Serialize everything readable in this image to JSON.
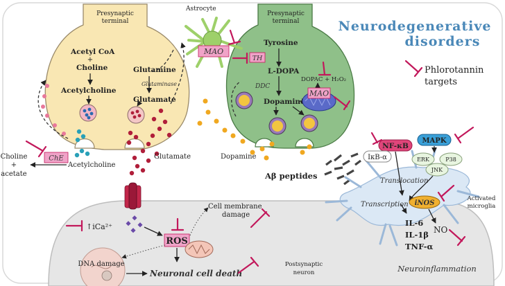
{
  "colors": {
    "inhibitor": "#c2185b",
    "title": "#4a88b8",
    "presynaptic_left": "#f9e7b3",
    "presynaptic_right": "#8fc089",
    "postsynaptic": "#e8e8e8",
    "label_box": "#f0a3c8"
  },
  "title": {
    "line1": "Neurodegenerative",
    "line2": "disorders"
  },
  "legend": {
    "label_line1": "Phlorotannin",
    "label_line2": "targets"
  },
  "left_terminal": {
    "header_line1": "Presynaptic",
    "header_line2": "terminal",
    "acetyl_coa": "Acetyl CoA",
    "plus": "+",
    "choline": "Choline",
    "acetylcholine": "Acetylcholine",
    "glutamine": "Glutamine",
    "glutaminase": "Glutaminase",
    "glutamate": "Glutamate"
  },
  "cleft": {
    "che": "ChE",
    "choline_out": "Choline",
    "plus": "+",
    "acetate": "acetate",
    "acetylcholine_out": "Acetylcholine",
    "glutamate_out": "Glutamate"
  },
  "astrocyte": {
    "label": "Astrocyte",
    "mao": "MAO"
  },
  "right_terminal": {
    "header_line1": "Presynaptic",
    "header_line2": "terminal",
    "th": "TH",
    "tyrosine": "Tyrosine",
    "l_dopa": "L-DOPA",
    "ddc": "DDC",
    "dopamine": "Dopamine",
    "dopac": "DOPAC + H₂O₂",
    "mao": "MAO",
    "dopamine_out": "Dopamine"
  },
  "abeta": "Aβ peptides",
  "postsynaptic": {
    "calcium": "↑iCa²⁺",
    "ros": "ROS",
    "cell_membrane_line1": "Cell membrane",
    "cell_membrane_line2": "damage",
    "dna_damage": "DNA damage",
    "death": "Neuronal cell death",
    "label_line1": "Postsynaptic",
    "label_line2": "neuron"
  },
  "microglia": {
    "nfkb": "NF-κB",
    "mapk": "MAPK",
    "ikba": "IκB-α",
    "erk": "ERK",
    "jnk": "JNK",
    "p38": "P38",
    "translocation": "Translocation",
    "transcription": "Transcription",
    "inos": "iNOS",
    "activated_line1": "Activated",
    "activated_line2": "microglia",
    "il6": "IL-6",
    "il1b": "IL-1β",
    "tnfa": "TNF-α",
    "no": "NO",
    "neuroinflammation": "Neuroinflammation"
  }
}
